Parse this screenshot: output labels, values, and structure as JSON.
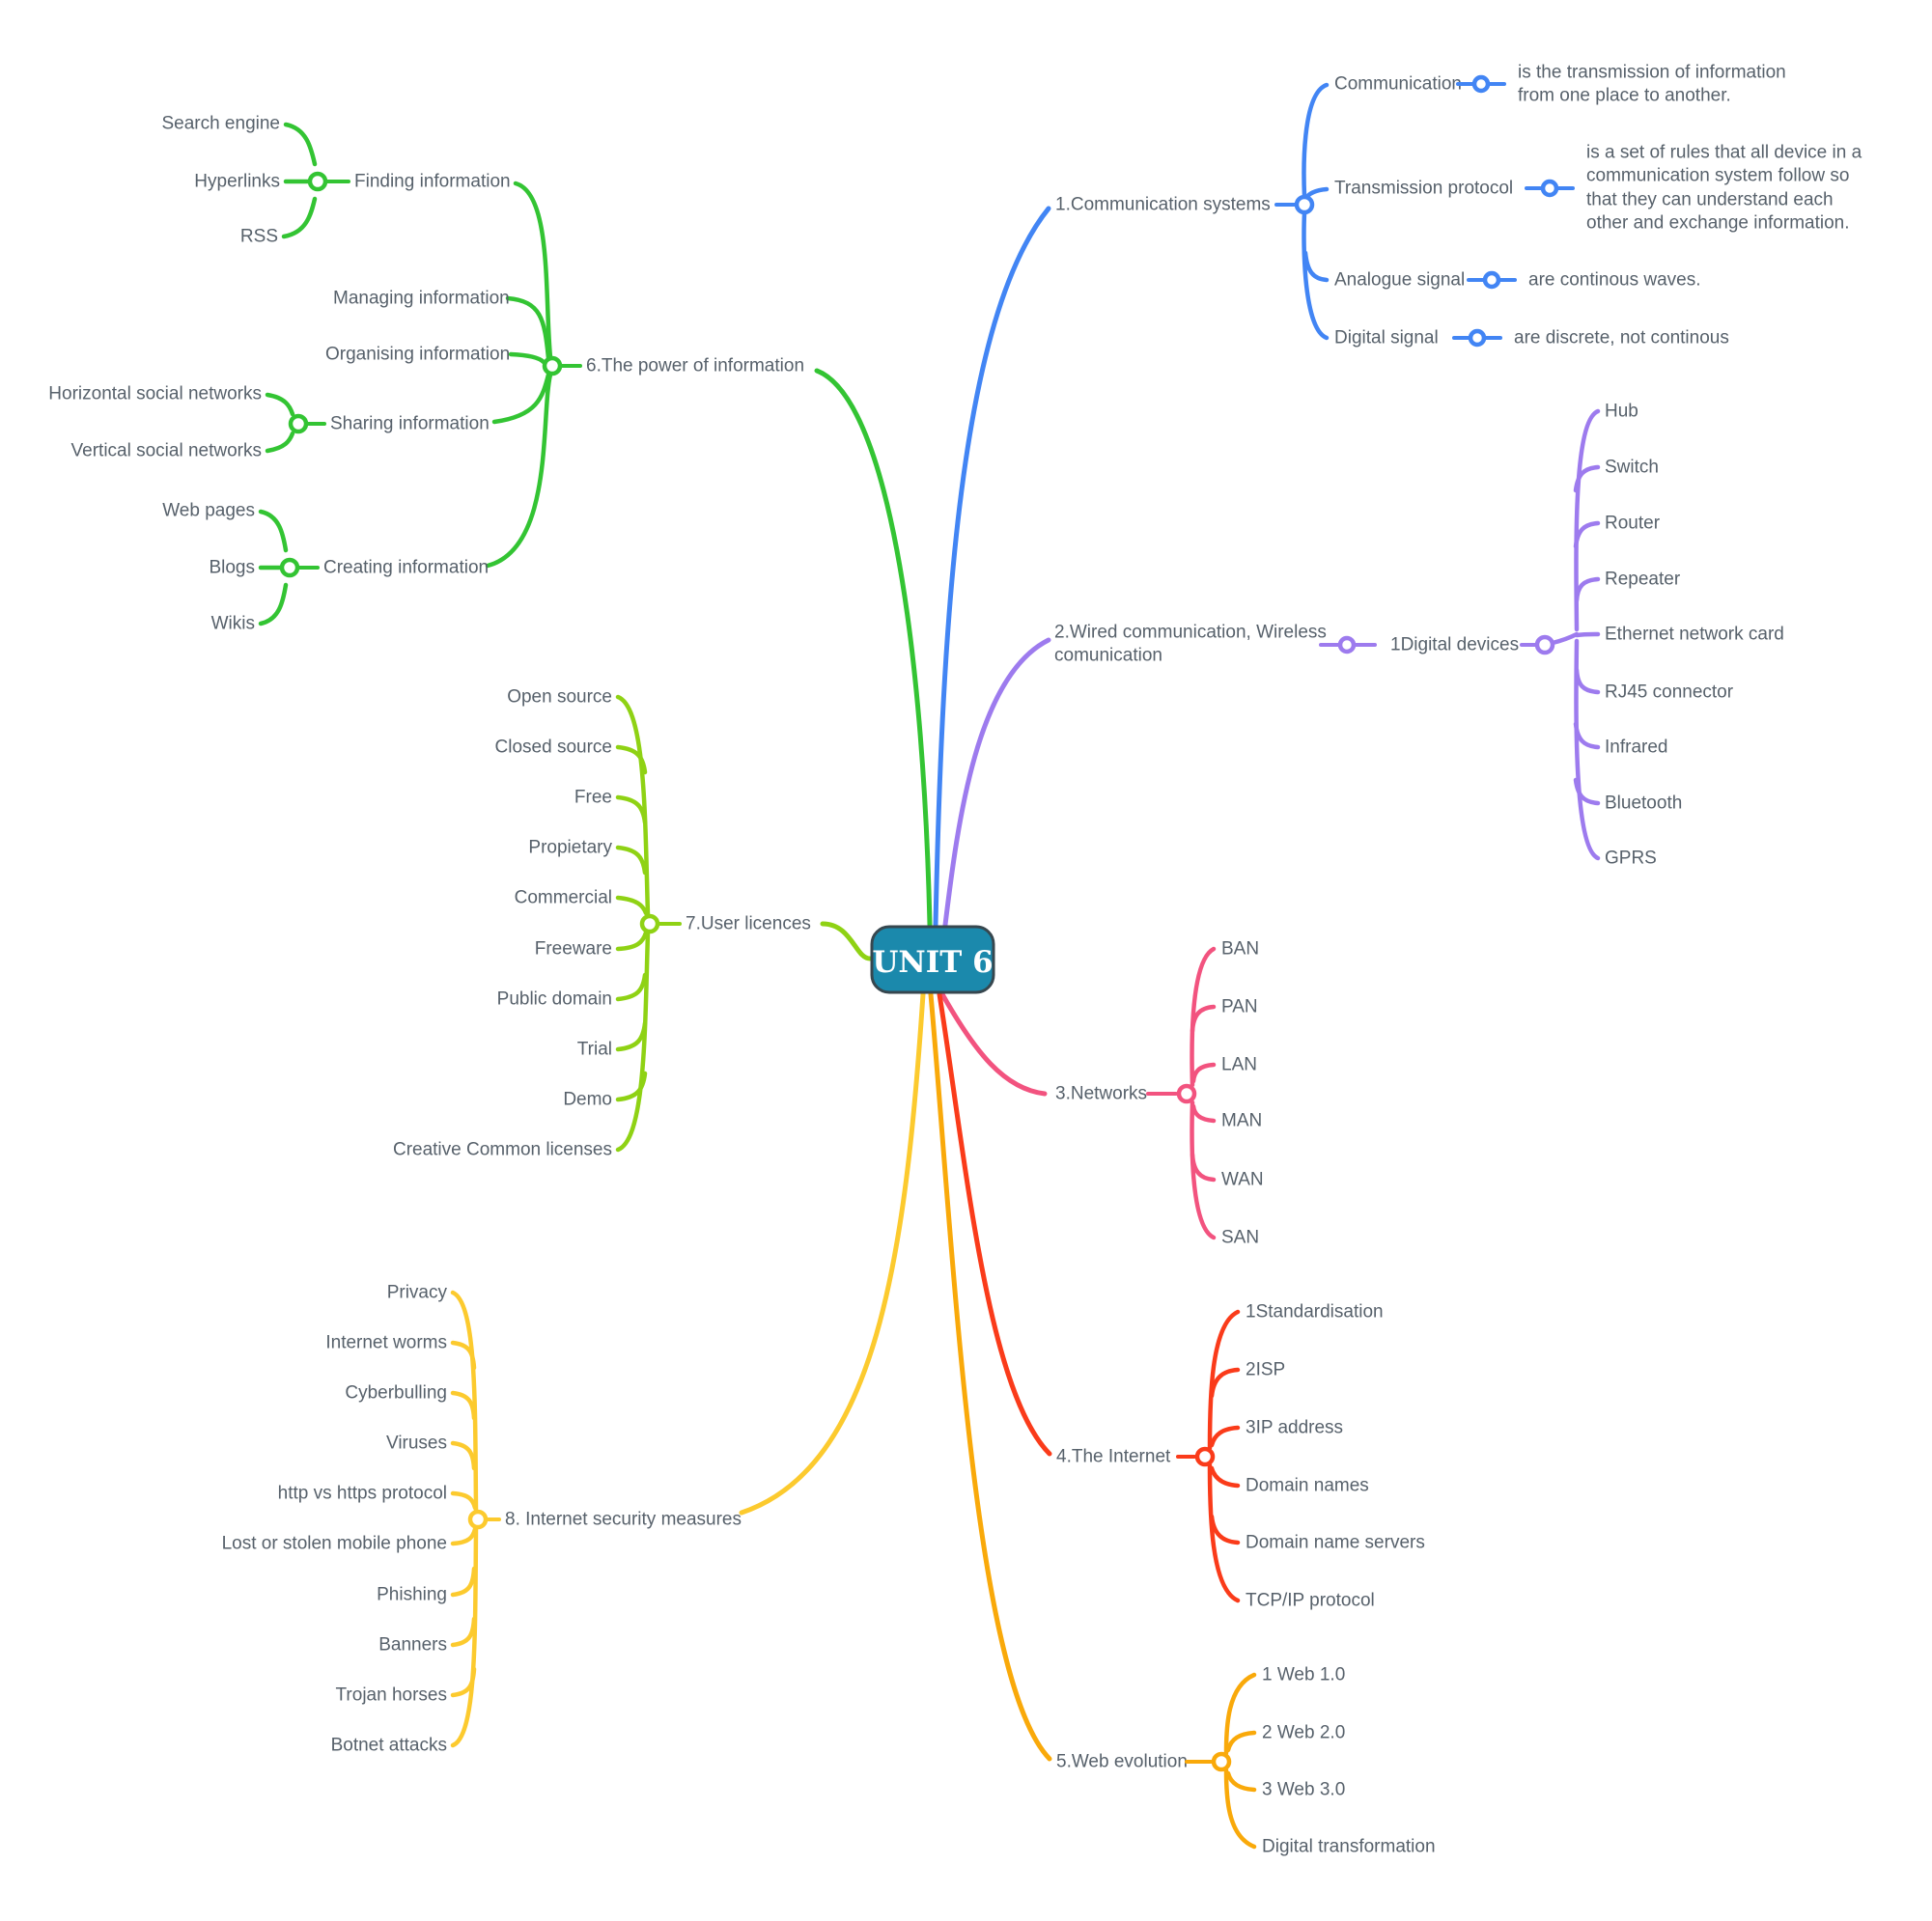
{
  "colors": {
    "blue": "#4285f4",
    "purple": "#9d7bee",
    "pink": "#f2537f",
    "red": "#fa3b1a",
    "orange": "#f9a90a",
    "green": "#33c433",
    "lime": "#8fd214",
    "yellow": "#fcca2e",
    "center_fill": "#1b89ac",
    "center_border": "#37474f",
    "center_text": "#ffffff",
    "label_text": "#57616b"
  },
  "root": {
    "label": "UNIT 6"
  },
  "communication_systems": {
    "label": "1.Communication systems",
    "communication": {
      "label": "Communication",
      "def": [
        "is the transmission of information",
        "from one place to another."
      ]
    },
    "transmission_protocol": {
      "label": "Transmission protocol",
      "def": [
        "is a set of rules that all device in a",
        "communication system follow so",
        "that they can understand each",
        "other and exchange information."
      ]
    },
    "analogue_signal": {
      "label": "Analogue signal",
      "def": [
        "are continous waves."
      ]
    },
    "digital_signal": {
      "label": "Digital signal",
      "def": [
        "are discrete, not continous"
      ]
    }
  },
  "wired_wireless": {
    "label_line1": "2.Wired communication, Wireless",
    "label_line2": "comunication",
    "digital_devices": {
      "label": "1Digital devices",
      "items": [
        "Hub",
        "Switch",
        "Router",
        "Repeater",
        "Ethernet network card",
        "RJ45 connector",
        "Infrared",
        "Bluetooth",
        "GPRS"
      ]
    }
  },
  "networks": {
    "label": "3.Networks",
    "items": [
      "BAN",
      "PAN",
      "LAN",
      "MAN",
      "WAN",
      "SAN"
    ]
  },
  "the_internet": {
    "label": "4.The Internet",
    "items": [
      "1Standardisation",
      "2ISP",
      "3IP address",
      "Domain names",
      "Domain name servers",
      "TCP/IP protocol"
    ]
  },
  "web_evolution": {
    "label": "5.Web evolution",
    "items": [
      "1 Web 1.0",
      "2 Web 2.0",
      "3 Web 3.0",
      "Digital transformation"
    ]
  },
  "power_of_information": {
    "label": "6.The power of information",
    "finding": {
      "label": "Finding information",
      "items": [
        "Search engine",
        "Hyperlinks",
        "RSS"
      ]
    },
    "managing": {
      "label": "Managing information"
    },
    "organising": {
      "label": "Organising information"
    },
    "sharing": {
      "label": "Sharing information",
      "items": [
        "Horizontal social networks",
        "Vertical social networks"
      ]
    },
    "creating": {
      "label": "Creating information",
      "items": [
        "Web pages",
        "Blogs",
        "Wikis"
      ]
    }
  },
  "user_licences": {
    "label": "7.User licences",
    "items": [
      "Open source",
      "Closed source",
      "Free",
      "Propietary",
      "Commercial",
      "Freeware",
      "Public domain",
      "Trial",
      "Demo",
      "Creative Common licenses"
    ]
  },
  "security_measures": {
    "label": "8. Internet security measures",
    "items": [
      "Privacy",
      "Internet worms",
      "Cyberbulling",
      "Viruses",
      "http vs https protocol",
      "Lost or stolen mobile phone",
      "Phishing",
      "Banners",
      "Trojan horses",
      "Botnet attacks"
    ]
  }
}
